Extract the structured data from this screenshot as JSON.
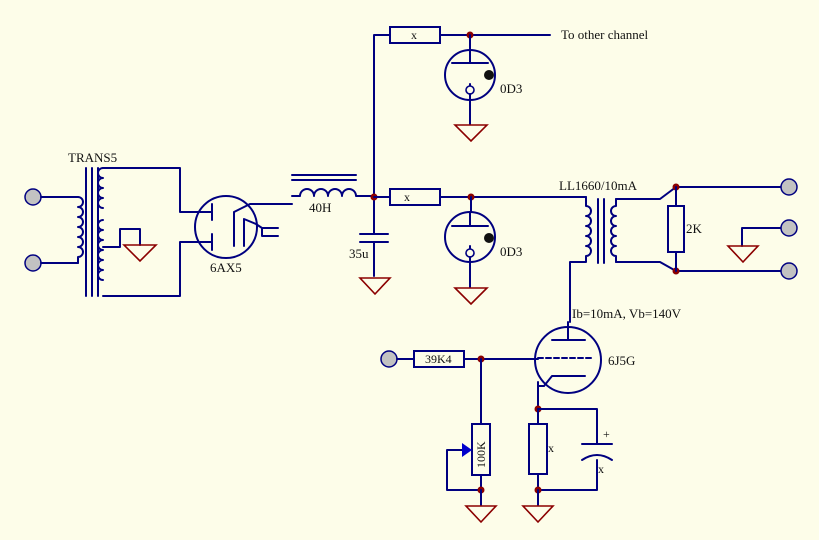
{
  "labels": {
    "transformer": "TRANS5",
    "rectifier": "6AX5",
    "choke": "40H",
    "cap_filter": "35u",
    "r_top": "x",
    "r_mid": "x",
    "to_other": "To other channel",
    "reg_top": "0D3",
    "reg_mid": "0D3",
    "output_xfmr": "LL1660/10mA",
    "load_res": "2K",
    "operating_point": "Ib=10mA, Vb=140V",
    "triode": "6J5G",
    "grid_res": "39K4",
    "pot": "100K",
    "cathode_res": "x",
    "cathode_cap": "x",
    "cap_polarity": "+"
  },
  "colors": {
    "background": "#fdfde9",
    "wire": "#000080",
    "junction": "#8b0000",
    "ground": "#8b0000",
    "terminal": "#c2c2c2",
    "text": "#111111"
  }
}
